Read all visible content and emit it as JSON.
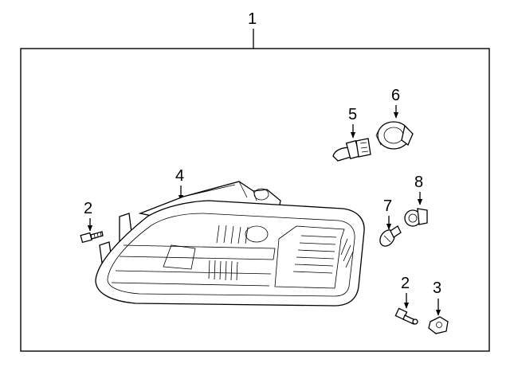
{
  "diagram": {
    "callouts": [
      {
        "id": "assembly",
        "label": "1"
      },
      {
        "id": "screw_left",
        "label": "2"
      },
      {
        "id": "screw_right",
        "label": "2"
      },
      {
        "id": "nut",
        "label": "3"
      },
      {
        "id": "lens_housing",
        "label": "4"
      },
      {
        "id": "headlamp_bulb",
        "label": "5"
      },
      {
        "id": "bulb_retainer",
        "label": "6"
      },
      {
        "id": "turn_signal_bulb",
        "label": "7"
      },
      {
        "id": "bulb_socket",
        "label": "8"
      }
    ]
  }
}
